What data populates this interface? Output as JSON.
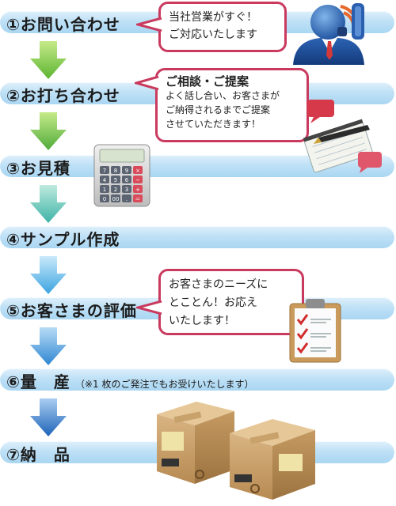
{
  "steps": [
    {
      "label": "①お問い合わせ"
    },
    {
      "label": "②お打ち合わせ"
    },
    {
      "label": "③お見積"
    },
    {
      "label": "④サンプル作成"
    },
    {
      "label": "⑤お客さまの評価"
    },
    {
      "label": "⑥量　産",
      "note": "（※1 枚のご発注でもお受けいたします）"
    },
    {
      "label": "⑦納　品"
    }
  ],
  "bubbles": {
    "inquiry": {
      "line1": "当社営業がすぐ！",
      "line2": "ご対応いたします"
    },
    "meeting": {
      "title": "ご相談・ご提案",
      "line1": "よく話し合い、お客さまが",
      "line2": "ご納得されるまでご提案",
      "line3": "させていただきます！"
    },
    "evaluation": {
      "line1": "お客さまのニーズに",
      "line2": "とことん！お応え",
      "line3": "いたします！"
    }
  },
  "calculator_keys": [
    "7",
    "8",
    "9",
    "×",
    "4",
    "5",
    "6",
    "−",
    "1",
    "2",
    "3",
    "+",
    "0",
    "00",
    ".",
    "＝"
  ],
  "colors": {
    "accent": "#c93a5e",
    "bar": "#bfe1f6",
    "arrow_green": "#6cc24a",
    "arrow_blue": "#3c8fd8"
  }
}
